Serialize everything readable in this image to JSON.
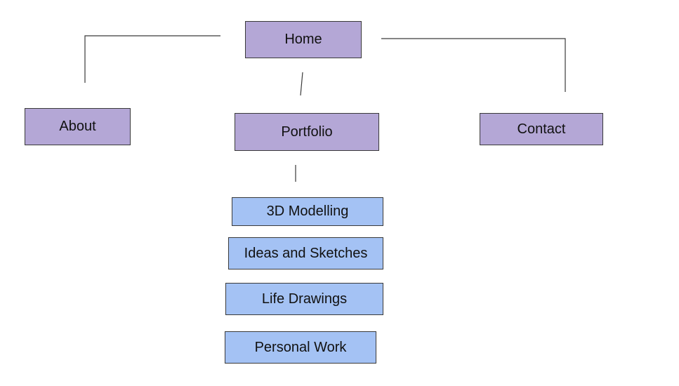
{
  "sitemap": {
    "home": {
      "label": "Home"
    },
    "sections": [
      {
        "label": "About"
      },
      {
        "label": "Portfolio"
      },
      {
        "label": "Contact"
      }
    ],
    "portfolio_pages": [
      {
        "label": "3D Modelling"
      },
      {
        "label": "Ideas and Sketches"
      },
      {
        "label": "Life Drawings"
      },
      {
        "label": "Personal Work"
      }
    ]
  },
  "colors": {
    "primary_node": "#b4a7d6",
    "secondary_node": "#a4c2f4",
    "node_border": "#3a3a3a",
    "connector": "#3a3a3a",
    "background": "#ffffff"
  }
}
